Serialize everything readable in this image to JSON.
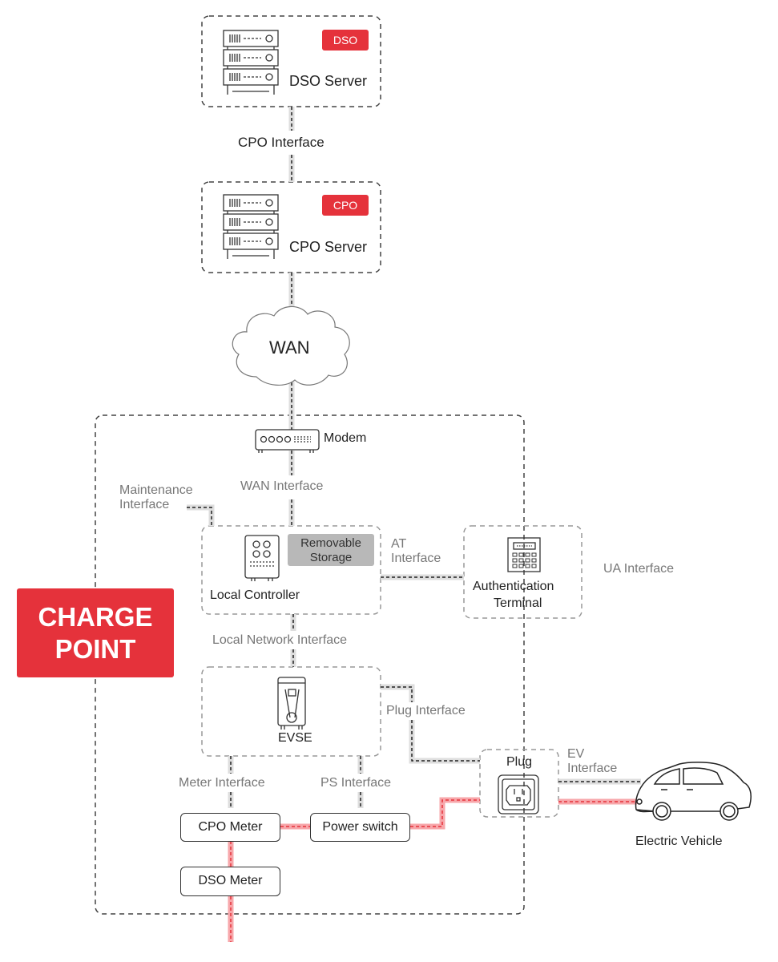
{
  "title": "Charge Point Architecture",
  "colors": {
    "accent_red": "#e5323b",
    "data_link": "#333333",
    "power_link": "#e5323b",
    "storage_fill": "#b8b8b8"
  },
  "nodes": {
    "dso_server": {
      "label": "DSO Server",
      "badge": "DSO",
      "icon": "server-rack-icon"
    },
    "cpo_server": {
      "label": "CPO Server",
      "badge": "CPO",
      "icon": "server-rack-icon"
    },
    "wan": {
      "label": "WAN",
      "icon": "cloud-icon"
    },
    "modem": {
      "label": "Modem",
      "icon": "modem-icon"
    },
    "local_controller": {
      "label": "Local Controller",
      "icon": "controller-icon",
      "storage_line1": "Removable",
      "storage_line2": "Storage"
    },
    "auth_terminal": {
      "label_line1": "Authentication",
      "label_line2": "Terminal",
      "icon": "keypad-terminal-icon"
    },
    "evse": {
      "label": "EVSE",
      "icon": "evse-charger-icon"
    },
    "plug": {
      "label": "Plug",
      "icon": "socket-outlet-icon"
    },
    "cpo_meter": {
      "label": "CPO Meter"
    },
    "power_switch": {
      "label": "Power switch"
    },
    "dso_meter": {
      "label": "DSO Meter"
    },
    "electric_vehicle": {
      "label": "Electric Vehicle",
      "icon": "car-icon"
    },
    "charge_point": {
      "line1": "CHARGE",
      "line2": "POINT"
    }
  },
  "interfaces": {
    "cpo": "CPO Interface",
    "wan": "WAN Interface",
    "maintenance_line1": "Maintenance",
    "maintenance_line2": "Interface",
    "at_line1": "AT",
    "at_line2": "Interface",
    "ua": "UA Interface",
    "local_network": "Local Network Interface",
    "plug": "Plug Interface",
    "ev_line1": "EV",
    "ev_line2": "Interface",
    "meter": "Meter Interface",
    "ps": "PS Interface"
  }
}
